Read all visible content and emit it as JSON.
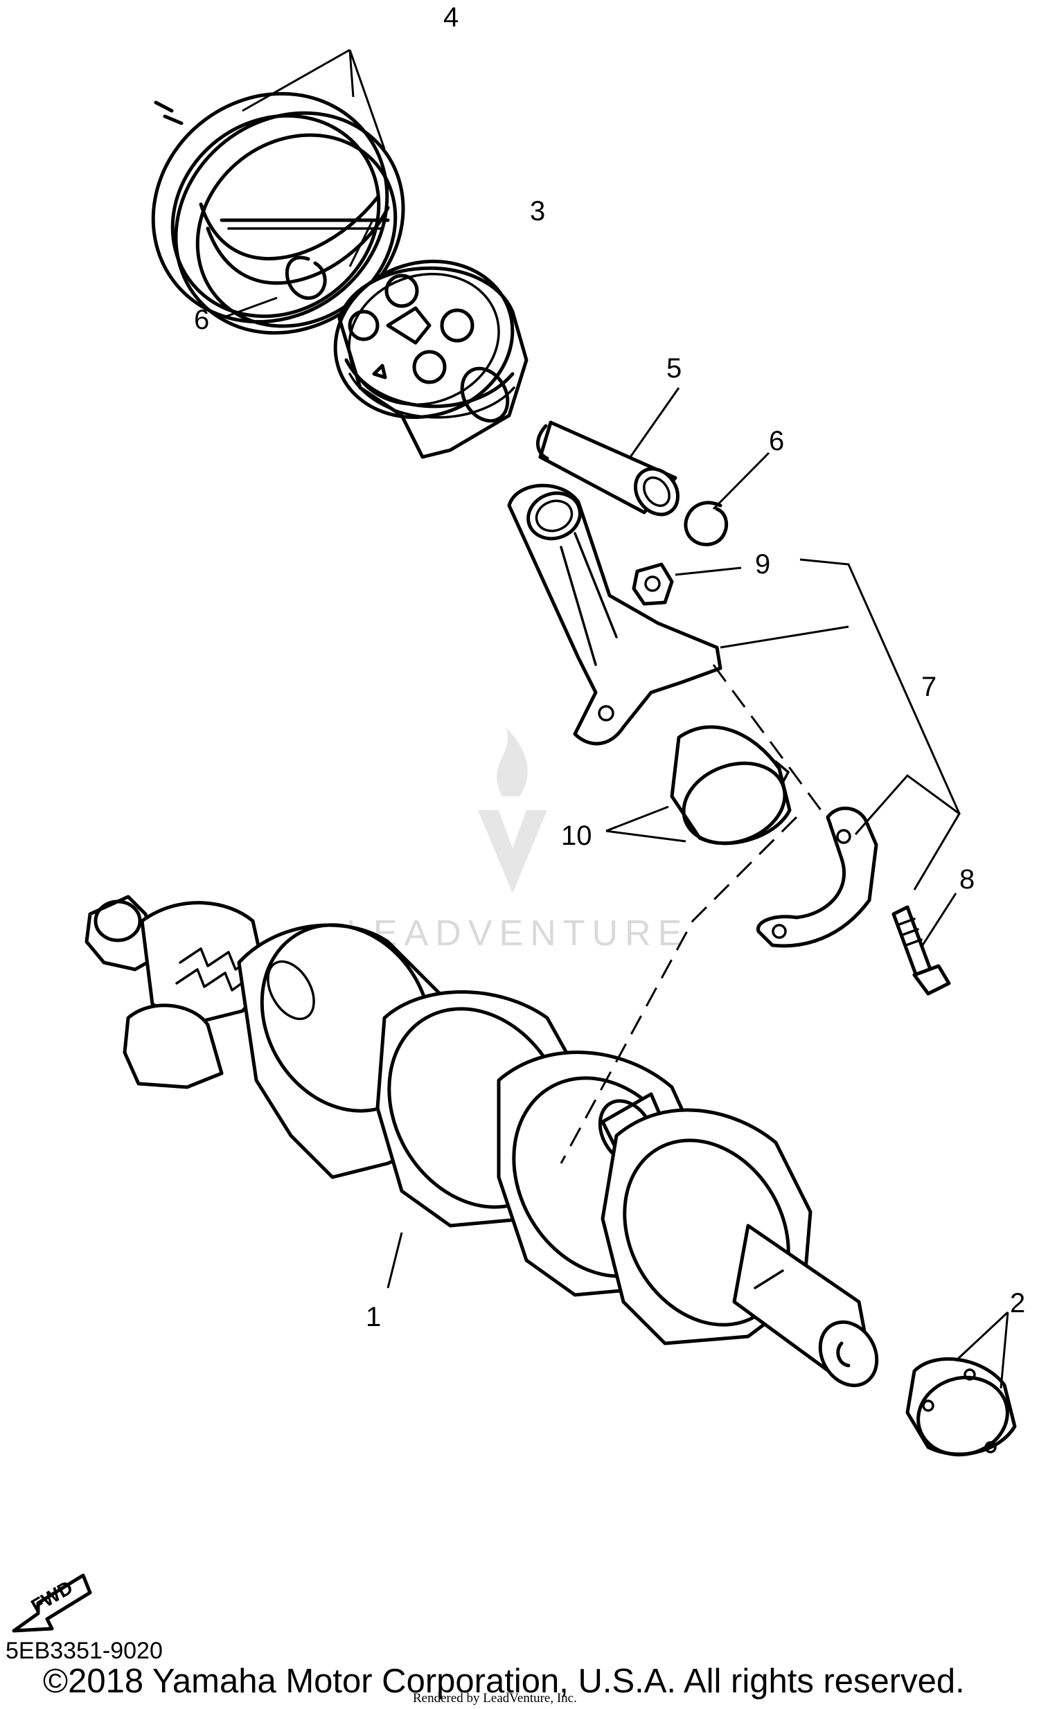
{
  "callouts": [
    {
      "id": "4",
      "text": "4"
    },
    {
      "id": "3",
      "text": "3"
    },
    {
      "id": "6a",
      "text": "6"
    },
    {
      "id": "5",
      "text": "5"
    },
    {
      "id": "6b",
      "text": "6"
    },
    {
      "id": "9",
      "text": "9"
    },
    {
      "id": "7",
      "text": "7"
    },
    {
      "id": "10",
      "text": "10"
    },
    {
      "id": "8",
      "text": "8"
    },
    {
      "id": "1",
      "text": "1"
    },
    {
      "id": "2",
      "text": "2"
    }
  ],
  "watermark": {
    "text": "LEADVENTURE"
  },
  "fwd_label": "FWD",
  "diagram_code": "5EB3351-9020",
  "copyright": "©2018 Yamaha Motor Corporation, U.S.A. All rights reserved.",
  "rendered_by": "Rendered by LeadVenture, Inc."
}
